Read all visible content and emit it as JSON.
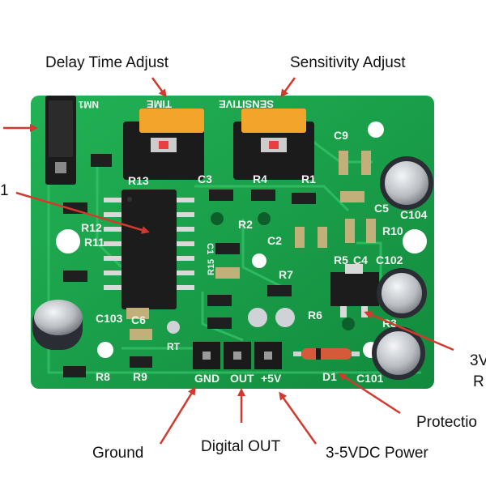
{
  "callouts": {
    "delay_time_adjust": "Delay Time Adjust",
    "sensitivity_adjust": "Sensitivity Adjust",
    "ground": "Ground",
    "digital_out": "Digital OUT",
    "power": "3-5VDC Power",
    "protection": "Protectio",
    "left_partial": "1",
    "right_partial_top": "3V",
    "right_partial_bottom": "R"
  },
  "board_labels": {
    "time": "TIME",
    "sensitive": "SENSITIVE",
    "r13": "R13",
    "c3": "C3",
    "r4": "R4",
    "r1": "R1",
    "c9": "C9",
    "c5": "C5",
    "c104": "C104",
    "r12": "R12",
    "r11": "R11",
    "r2": "R2",
    "c2": "C2",
    "r10": "R10",
    "r5": "R5",
    "c4": "C4",
    "c102": "C102",
    "r7": "R7",
    "r15": "R15",
    "c1": "C1",
    "c103": "C103",
    "c6": "C6",
    "r6": "R6",
    "r3": "R3",
    "r8": "R8",
    "r9": "R9",
    "rt": "RT",
    "d1": "D1",
    "c101": "C101",
    "gnd": "GND",
    "out": "OUT",
    "plus5v": "+5V",
    "nm1": "NM1"
  },
  "colors": {
    "pcb_green": "#1aa04a",
    "pcb_dark": "#0f7a35",
    "potentiometer_orange": "#f3a42a",
    "arrow_red": "#d23a2e",
    "ic_black": "#1c1c1c",
    "capacitor_silver": "#c9ccd0",
    "capacitor_dark": "#2a2d33"
  }
}
